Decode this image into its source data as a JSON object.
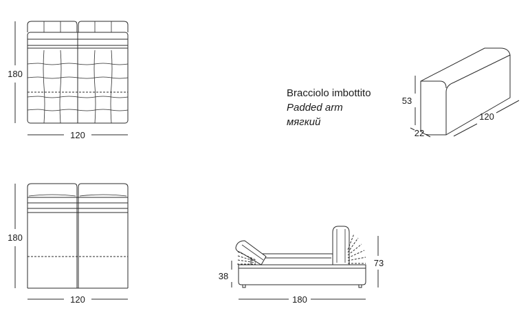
{
  "caption": {
    "line1": "Bracciolo imbottito",
    "line2": "Padded arm",
    "line3": "мягкий"
  },
  "top_left_plan": {
    "height_label": "180",
    "width_label": "120"
  },
  "bottom_left_plan": {
    "height_label": "180",
    "width_label": "120"
  },
  "padded_arm": {
    "height_label": "53",
    "depth_label": "22",
    "length_label": "120"
  },
  "side_view": {
    "seat_height_label": "38",
    "back_height_label": "73",
    "length_label": "180"
  }
}
